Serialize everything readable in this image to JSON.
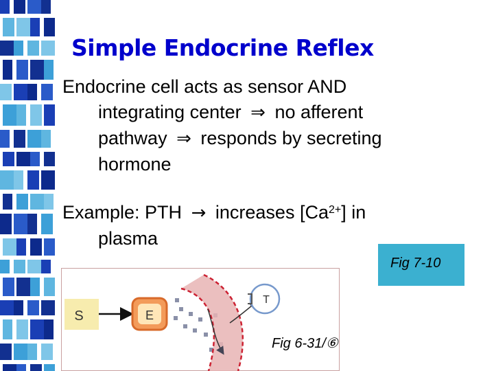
{
  "slide": {
    "title": "Simple Endocrine Reflex",
    "bullet1": {
      "line1": "Endocrine cell acts as sensor AND",
      "line2a": "integrating center",
      "arrow_implies": "⇒",
      "line2b": "no afferent",
      "line3a": "pathway",
      "line3b": "responds by secreting",
      "line4": "hormone"
    },
    "bullet2": {
      "line1a": "Example: PTH",
      "arrow_right": "→",
      "line1b": "increases [Ca",
      "superscript": "2+",
      "line1c": "] in",
      "line2": "plasma"
    },
    "fig_ref_1": "Fig 7-10",
    "fig_ref_2": "Fig 6-31/⑥"
  },
  "diagram": {
    "stimulus_label": "S",
    "endocrine_label": "E",
    "target_label": "T"
  },
  "colors": {
    "title": "#0000cc",
    "fig_box": "#3bb0d0",
    "vessel": "#e8b4b4",
    "vessel_border": "#cc2233",
    "endocrine_cell": "#f39b5a"
  }
}
